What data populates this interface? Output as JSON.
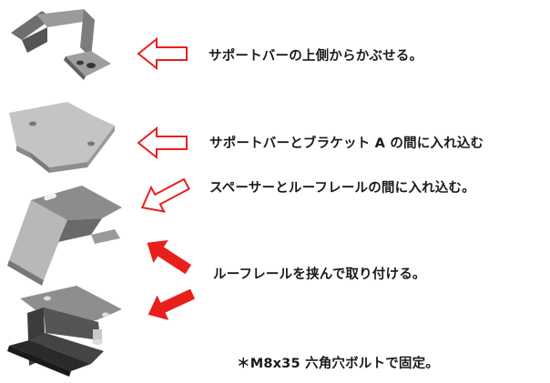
{
  "instructions": [
    "サポートバーの上側からかぶせる。",
    "サポートバーとブラケット A の間に入れ込む",
    "スペーサーとルーフレールの間に入れ込む。",
    "ルーフレールを挟んで取り付ける。",
    "＊M8x35 六角穴ボルトで固定。"
  ],
  "parts": [
    {
      "name": "u-bracket-cover",
      "shape": "bent bracket with two bolt holes"
    },
    {
      "name": "spacer-plate",
      "shape": "flat stepped plate with two holes"
    },
    {
      "name": "roof-rail-bracket",
      "shape": "bent plate with slotted holes"
    },
    {
      "name": "roof-rail-clamp",
      "shape": "plate with rail clamp and bolt"
    }
  ],
  "colors": {
    "part_light": "#c7c7c7",
    "part_mid": "#8c8c8c",
    "part_dark": "#555555",
    "arrow_outline": "#e8201c",
    "arrow_fill": "#e8201c"
  }
}
